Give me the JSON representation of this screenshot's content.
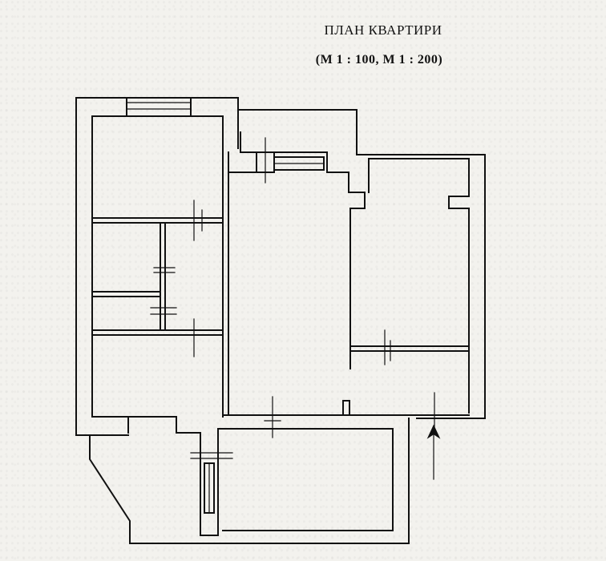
{
  "header": {
    "title": "ПЛАН КВАРТИРИ",
    "scale": "(М 1 : 100, М 1 : 200)"
  },
  "plan": {
    "entrance_marker": "arrow-up"
  }
}
